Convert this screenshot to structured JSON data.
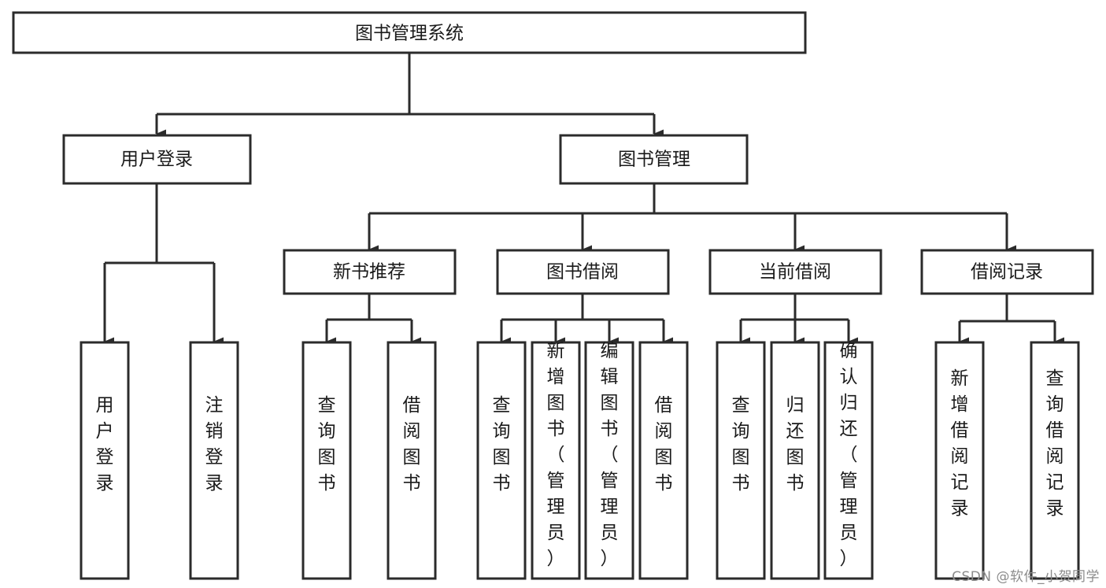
{
  "diagram": {
    "type": "tree",
    "title": "图书管理系统",
    "orientation": "top-down",
    "edge_style": "orthogonal-arrow",
    "colors": {
      "box_fill": "#ffffff",
      "box_stroke": "#2b2b2b",
      "connector": "#2b2b2b",
      "text": "#1a1a1a",
      "watermark": "#8c8c8c"
    },
    "root": {
      "label": "图书管理系统"
    },
    "level2": [
      {
        "id": "user-login",
        "label": "用户登录"
      },
      {
        "id": "book-manage",
        "label": "图书管理"
      }
    ],
    "level3": [
      {
        "id": "new-book-rec",
        "label": "新书推荐",
        "parent": "book-manage"
      },
      {
        "id": "book-borrow",
        "label": "图书借阅",
        "parent": "book-manage"
      },
      {
        "id": "current-borrow",
        "label": "当前借阅",
        "parent": "book-manage"
      },
      {
        "id": "borrow-record",
        "label": "借阅记录",
        "parent": "book-manage"
      }
    ],
    "leaves": [
      {
        "id": "leaf-user-login",
        "label": "用户登录",
        "parent": "user-login"
      },
      {
        "id": "leaf-logout-login",
        "label": "注销登录",
        "parent": "user-login"
      },
      {
        "id": "leaf-query-book-1",
        "label": "查询图书",
        "parent": "new-book-rec"
      },
      {
        "id": "leaf-borrow-book-1",
        "label": "借阅图书",
        "parent": "new-book-rec"
      },
      {
        "id": "leaf-query-book-2",
        "label": "查询图书",
        "parent": "book-borrow"
      },
      {
        "id": "leaf-add-book",
        "label": "新增图书（管理员）",
        "parent": "book-borrow"
      },
      {
        "id": "leaf-edit-book",
        "label": "编辑图书（管理员）",
        "parent": "book-borrow"
      },
      {
        "id": "leaf-borrow-book-2",
        "label": "借阅图书",
        "parent": "book-borrow"
      },
      {
        "id": "leaf-query-book-3",
        "label": "查询图书",
        "parent": "current-borrow"
      },
      {
        "id": "leaf-return-book",
        "label": "归还图书",
        "parent": "current-borrow"
      },
      {
        "id": "leaf-confirm-return",
        "label": "确认归还（管理员）",
        "parent": "current-borrow"
      },
      {
        "id": "leaf-add-record",
        "label": "新增借阅记录",
        "parent": "borrow-record"
      },
      {
        "id": "leaf-query-record",
        "label": "查询借阅记录",
        "parent": "borrow-record"
      }
    ]
  },
  "watermark": {
    "text": "CSDN @软件_小贺同学"
  }
}
